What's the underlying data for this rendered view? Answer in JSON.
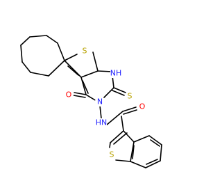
{
  "molecule": {
    "atoms": {
      "S_thiophene_top": {
        "text": "S",
        "color": "#b8a200"
      },
      "NH": {
        "text": "NH",
        "color": "#1c1cff"
      },
      "S_thioxo": {
        "text": "S",
        "color": "#b8a200"
      },
      "O_ring": {
        "text": "O",
        "color": "#ff0000"
      },
      "N_ring": {
        "text": "N",
        "color": "#1c1cff"
      },
      "HN_amide": {
        "text": "HN",
        "color": "#1c1cff"
      },
      "O_amide": {
        "text": "O",
        "color": "#ff0000"
      },
      "S_benzothiophene": {
        "text": "S",
        "color": "#b8a200"
      }
    }
  }
}
